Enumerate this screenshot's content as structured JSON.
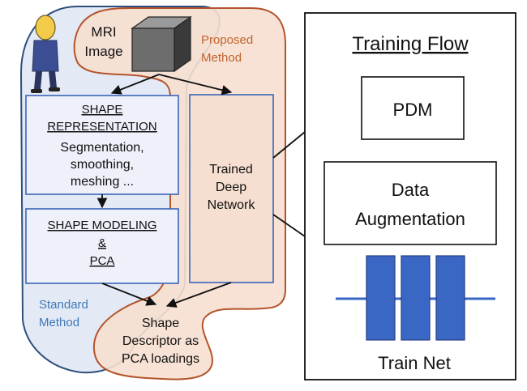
{
  "left_panel": {
    "mri_label": [
      "MRI",
      "Image"
    ],
    "proposed_label": [
      "Proposed",
      "Method"
    ],
    "standard_label": [
      "Standard",
      "Method"
    ],
    "shape_representation": {
      "title": [
        "SHAPE",
        "REPRESENTATION"
      ],
      "body": [
        "Segmentation,",
        "smoothing,",
        "meshing ..."
      ]
    },
    "shape_modeling": {
      "title": [
        "SHAPE MODELING",
        "&",
        "PCA"
      ]
    },
    "trained_network": [
      "Trained",
      "Deep",
      "Network"
    ],
    "shape_descriptor": [
      "Shape",
      "Descriptor as",
      "PCA loadings"
    ]
  },
  "right_panel": {
    "title": "Training Flow",
    "pdm_label": "PDM",
    "augmentation_label": [
      "Data",
      "Augmentation"
    ],
    "train_net_label": "Train Net"
  },
  "colors": {
    "standard_stroke": "#2e4f7d",
    "standard_fill": "#e3eaf6",
    "proposed_stroke": "#b3542a",
    "proposed_fill": "#f6dfd0",
    "box_stroke": "#3a64b8",
    "box_fill": "#eef1fa",
    "proposed_text": "#c0642e",
    "standard_text": "#3f78b5",
    "net_block": "#3a66c4",
    "net_line": "#3a66c4"
  }
}
